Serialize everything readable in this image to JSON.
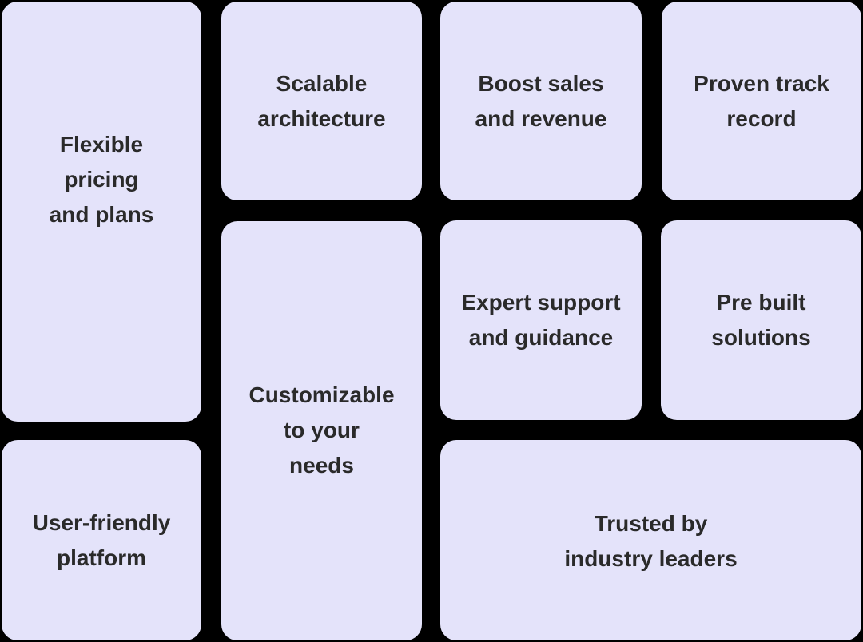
{
  "tiles": {
    "flexible_pricing": "Flexible\npricing\nand plans",
    "user_friendly": "User-friendly\nplatform",
    "scalable": "Scalable\narchitecture",
    "customizable": "Customizable\nto your\nneeds",
    "boost_sales": "Boost sales\nand revenue",
    "expert_support": "Expert support\nand guidance",
    "proven_track": "Proven track\nrecord",
    "pre_built": "Pre built\nsolutions",
    "trusted": "Trusted by\nindustry leaders"
  },
  "colors": {
    "background": "#000000",
    "tile": "#e4e3fa",
    "text": "#2a2a2a"
  }
}
